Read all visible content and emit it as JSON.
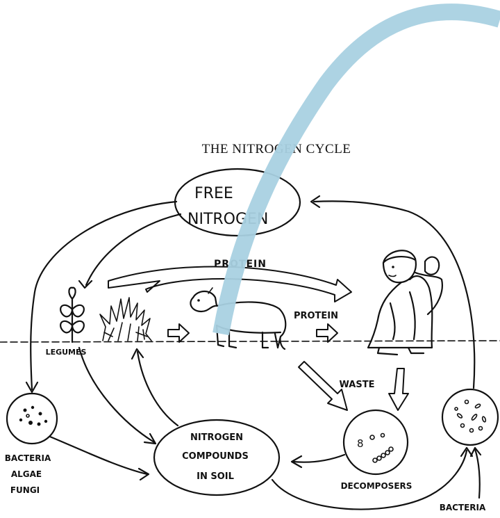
{
  "title": "THE NITROGEN CYCLE",
  "nodes": {
    "free_nitrogen": [
      "FREE",
      "NITROGEN"
    ],
    "nitrogen_compounds": [
      "NITROGEN",
      "COMPOUNDS",
      "IN SOIL"
    ],
    "decomposers": "DECOMPOSERS",
    "bacteria_algae_fungi": [
      "BACTERIA",
      "ALGAE",
      "FUNGI"
    ],
    "bacteria_right": "BACTERIA"
  },
  "labels": {
    "legumes": "LEGUMES",
    "protein_top": "PROTEIN",
    "protein_mid": "PROTEIN",
    "waste": "WASTE"
  },
  "colors": {
    "ink": "#111111",
    "background": "#ffffff",
    "overlay_stroke": "#a9d1e2"
  },
  "icons": [
    "legume-plant",
    "grass-plant",
    "sheep",
    "person-with-baby",
    "microbe-circle"
  ]
}
